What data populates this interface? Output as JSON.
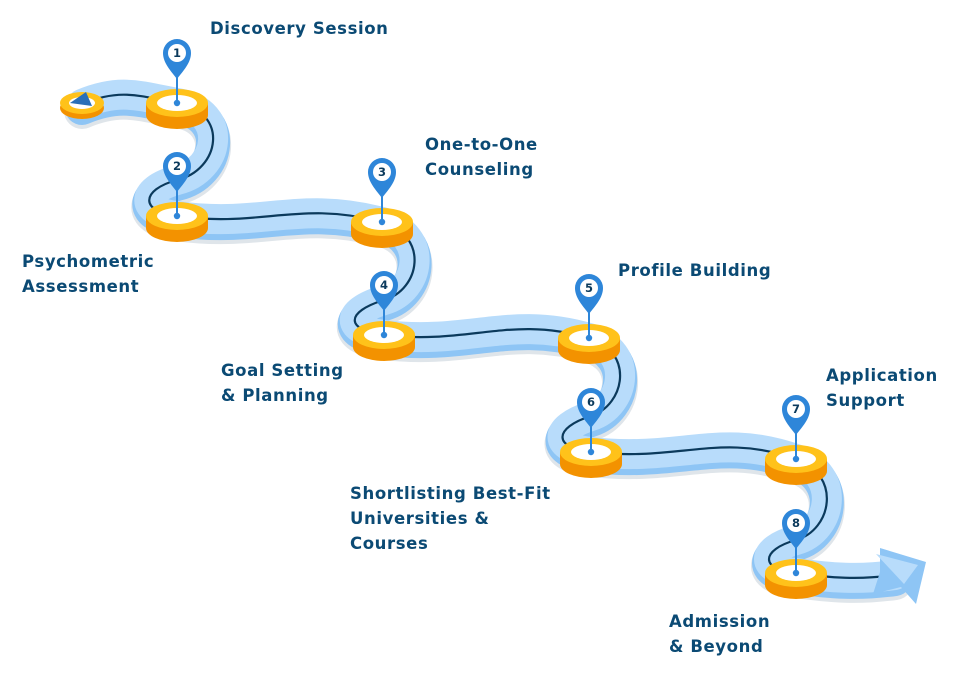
{
  "colors": {
    "road_light": "#b8dcfb",
    "road_mid": "#8ec5f5",
    "road_line": "#0b3a5c",
    "ring_yellow": "#ffc21a",
    "ring_orange": "#f39200",
    "pin_blue": "#2e86d9",
    "label_text": "#0b4a74"
  },
  "steps": [
    {
      "number": "1",
      "lines": [
        "Discovery Session"
      ]
    },
    {
      "number": "2",
      "lines": [
        "Psychometric",
        "Assessment"
      ]
    },
    {
      "number": "3",
      "lines": [
        "One-to-One",
        "Counseling"
      ]
    },
    {
      "number": "4",
      "lines": [
        "Goal Setting",
        "& Planning"
      ]
    },
    {
      "number": "5",
      "lines": [
        "Profile Building"
      ]
    },
    {
      "number": "6",
      "lines": [
        "Shortlisting Best-Fit",
        "Universities &",
        "Courses"
      ]
    },
    {
      "number": "7",
      "lines": [
        "Application",
        "Support"
      ]
    },
    {
      "number": "8",
      "lines": [
        "Admission",
        "& Beyond"
      ]
    }
  ],
  "icons": {
    "start": "start-triangle-icon",
    "end": "arrow-right-icon",
    "pin": "map-pin-icon"
  }
}
